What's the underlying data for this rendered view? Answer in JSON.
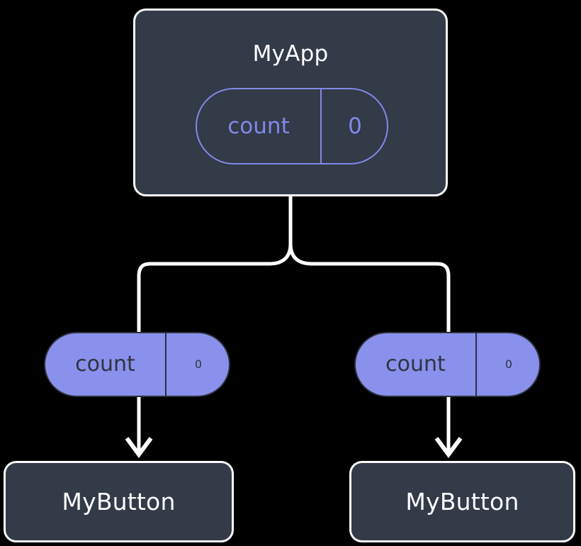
{
  "diagram": {
    "type": "widget-tree",
    "background_color": "#000000",
    "palette": {
      "node_fill": "#333a48",
      "node_border": "#fbfbfb",
      "node_text": "#ffffff",
      "accent_outline": "#8189e8",
      "accent_fill": "#8a91ec",
      "accent_text_on_fill": "#2f3440",
      "connector": "#ffffff"
    },
    "root": {
      "title": "MyApp",
      "state": {
        "key": "count",
        "value": "0",
        "style": "outlined"
      }
    },
    "propagated_state": [
      {
        "key": "count",
        "value": "0",
        "style": "filled",
        "branch": "left"
      },
      {
        "key": "count",
        "value": "0",
        "style": "filled",
        "branch": "right"
      }
    ],
    "children": [
      {
        "title": "MyButton",
        "branch": "left"
      },
      {
        "title": "MyButton",
        "branch": "right"
      }
    ],
    "connectors": {
      "trunk_label": "state-flow-trunk",
      "branch_labels": [
        "state-flow-branch-left",
        "state-flow-branch-right"
      ],
      "arrow_labels": [
        "state-arrow-left",
        "state-arrow-right"
      ]
    }
  }
}
